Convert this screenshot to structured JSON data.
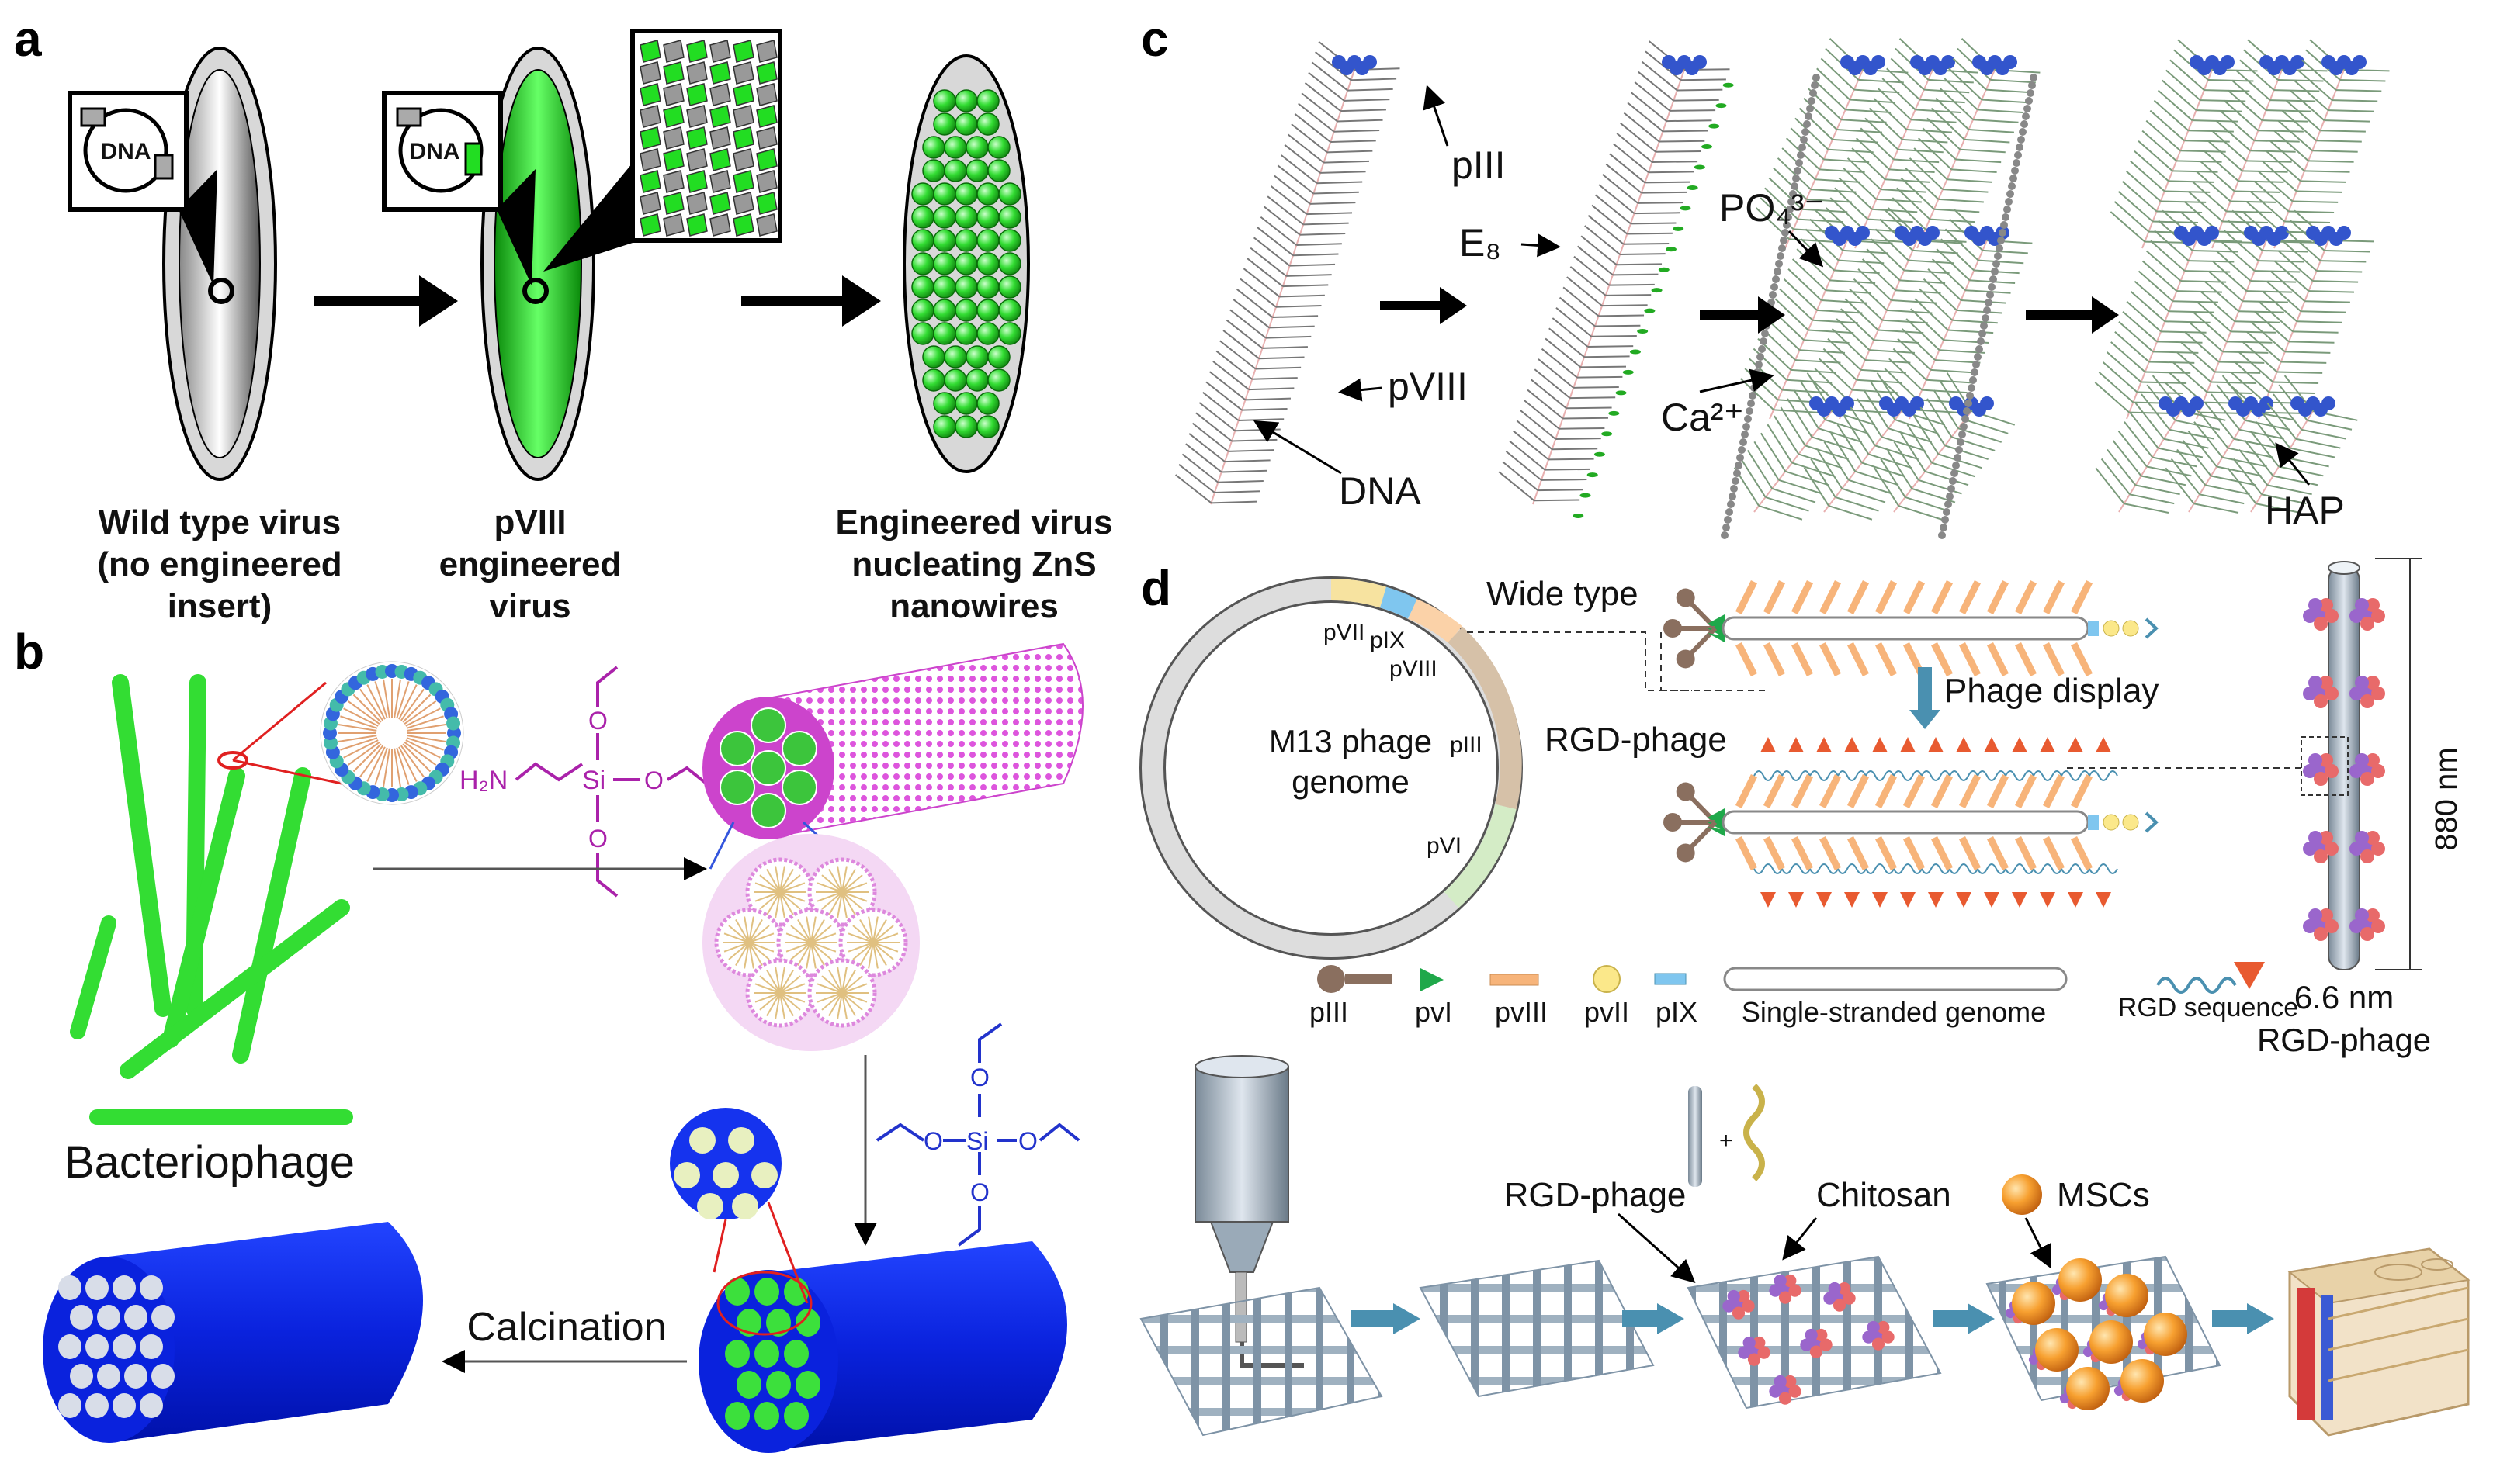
{
  "panels": {
    "a": {
      "label": "a",
      "dna": "DNA",
      "wild_type": [
        "Wild type virus",
        "(no engineered",
        "insert)"
      ],
      "pviii_virus": [
        "pVIII",
        "engineered",
        "virus"
      ],
      "engineered": [
        "Engineered virus",
        "nucleating ZnS",
        "nanowires"
      ]
    },
    "b": {
      "label": "b",
      "bacteriophage": "Bacteriophage",
      "calcination": "Calcination",
      "h2n": "H₂N",
      "si": "Si",
      "o": "O"
    },
    "c": {
      "label": "c",
      "piii": "pIII",
      "e8": "E₈",
      "pviii": "pVIII",
      "dna": "DNA",
      "po4": "PO₄³⁻",
      "ca": "Ca²⁺",
      "hap": "HAP"
    },
    "d": {
      "label": "d",
      "genome": [
        "M13 phage",
        "genome"
      ],
      "genes": {
        "pvii": "pVII",
        "pix": "pIX",
        "pviii": "pVIII",
        "piii": "pIII",
        "pvi": "pVI"
      },
      "wide_type": "Wide type",
      "phage_display": "Phage display",
      "rgd_phage": "RGD-phage",
      "legend": [
        "pIII",
        "pvI",
        "pvIII",
        "pvII",
        "pIX",
        "Single-stranded genome",
        "RGD sequence"
      ],
      "length": "880 nm",
      "width": "6.6 nm",
      "rgd_phage_bottom": "RGD-phage",
      "plus": "+",
      "rgd_phage_label": "RGD-phage",
      "chitosan": "Chitosan",
      "mscs": "MSCs"
    }
  },
  "colors": {
    "green": "#22dd22",
    "blue": "#1133ee",
    "magenta": "#cc44cc",
    "orange": "#f08a30",
    "steel": "#4a90b0"
  }
}
